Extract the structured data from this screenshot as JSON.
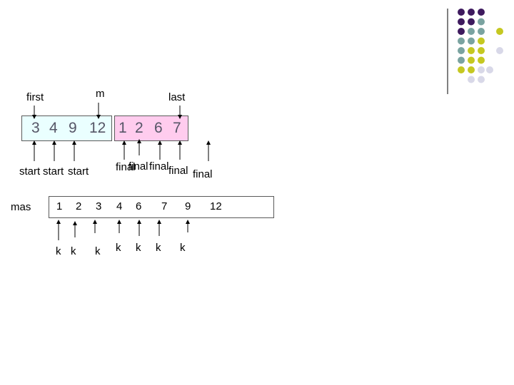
{
  "labels": {
    "first": "first",
    "m": "m",
    "last": "last",
    "mas": "mas"
  },
  "left_values": [
    "3",
    "4",
    "9",
    "12"
  ],
  "right_values": [
    "1",
    "2",
    "6",
    "7"
  ],
  "mas_values": [
    "1",
    "2",
    "3",
    "4",
    "6",
    "7",
    "9",
    "12"
  ],
  "start_labels": [
    "start",
    "start",
    "start"
  ],
  "final_labels": [
    "final",
    "final",
    "final",
    "final",
    "final"
  ],
  "k_labels": [
    "k",
    "k",
    "k",
    "k",
    "k",
    "k",
    "k"
  ],
  "colors": {
    "left_box_fill": "#eaffff",
    "right_box_fill": "#ffccee",
    "dot_purple": "#3e1a5e",
    "dot_teal": "#7aa3a0",
    "dot_yellow": "#c5c821",
    "dot_lavender": "#d8d8e8"
  }
}
